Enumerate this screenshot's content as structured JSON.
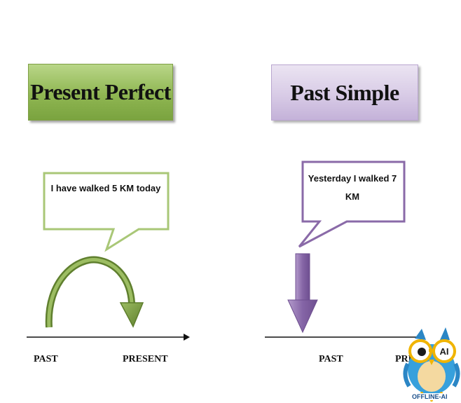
{
  "left_panel": {
    "title": "Present Perfect",
    "bubble_text": "I have walked 5 KM today",
    "past_label": "PAST",
    "present_label": "PRESENT",
    "box_color": "#8fb652",
    "arrow_color": "#6f8f3a"
  },
  "right_panel": {
    "title": "Past Simple",
    "bubble_text": "Yesterday I walked 7 KM",
    "past_label": "PAST",
    "present_label": "PRESENT",
    "box_color": "#d8cbe6",
    "arrow_color": "#8a6aa8"
  },
  "logo": {
    "text": "OFFLINE-AI",
    "badge": "AI"
  }
}
